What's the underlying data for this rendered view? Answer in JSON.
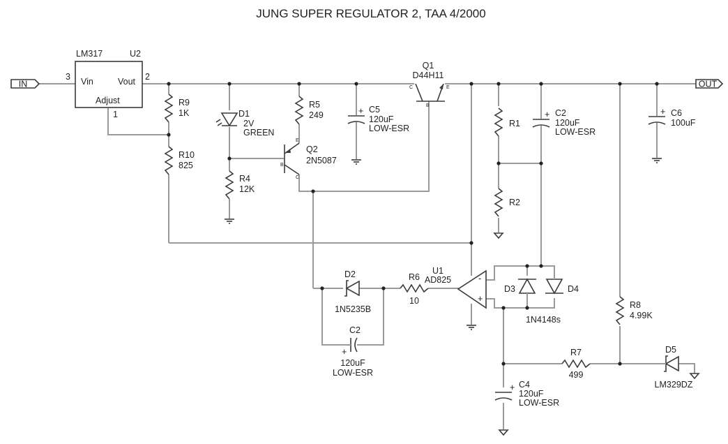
{
  "title": "JUNG SUPER REGULATOR 2, TAA 4/2000",
  "ports": {
    "in": "IN",
    "out": "OUT"
  },
  "u2": {
    "part": "LM317",
    "ref": "U2",
    "pin_vin": "Vin",
    "pin_vout": "Vout",
    "pin_adjust": "Adjust",
    "pin3": "3",
    "pin2": "2",
    "pin1": "1"
  },
  "r9": {
    "ref": "R9",
    "value": "1K"
  },
  "r10": {
    "ref": "R10",
    "value": "825"
  },
  "d1": {
    "ref": "D1",
    "value": "2V",
    "desc": "GREEN"
  },
  "r4": {
    "ref": "R4",
    "value": "12K"
  },
  "r5": {
    "ref": "R5",
    "value": "249"
  },
  "q2": {
    "ref": "Q2",
    "value": "2N5087",
    "e": "E",
    "b": "B",
    "c": "C"
  },
  "c5": {
    "ref": "C5",
    "value": "120uF",
    "desc": "LOW-ESR",
    "plus": "+"
  },
  "q1": {
    "ref": "Q1",
    "value": "D44H11",
    "c": "C",
    "b": "B",
    "e": "E"
  },
  "r1": {
    "ref": "R1"
  },
  "r2": {
    "ref": "R2"
  },
  "c2_top": {
    "ref": "C2",
    "value": "120uF",
    "desc": "LOW-ESR",
    "plus": "+"
  },
  "c6": {
    "ref": "C6",
    "value": "100uF",
    "plus": "+"
  },
  "d2": {
    "ref": "D2",
    "value": "1N5235B"
  },
  "c2_bottom": {
    "ref": "C2",
    "value": "120uF",
    "desc": "LOW-ESR",
    "plus": "+"
  },
  "r6": {
    "ref": "R6",
    "value": "10"
  },
  "u1": {
    "ref": "U1",
    "value": "AD825",
    "minus": "-",
    "plus": "+"
  },
  "d3": {
    "ref": "D3"
  },
  "d4": {
    "ref": "D4"
  },
  "d34_value": "1N4148s",
  "r8": {
    "ref": "R8",
    "value": "4.99K"
  },
  "r7": {
    "ref": "R7",
    "value": "499"
  },
  "d5": {
    "ref": "D5",
    "value": "LM329DZ"
  },
  "c4": {
    "ref": "C4",
    "value": "120uF",
    "desc": "LOW-ESR",
    "plus": "+"
  }
}
